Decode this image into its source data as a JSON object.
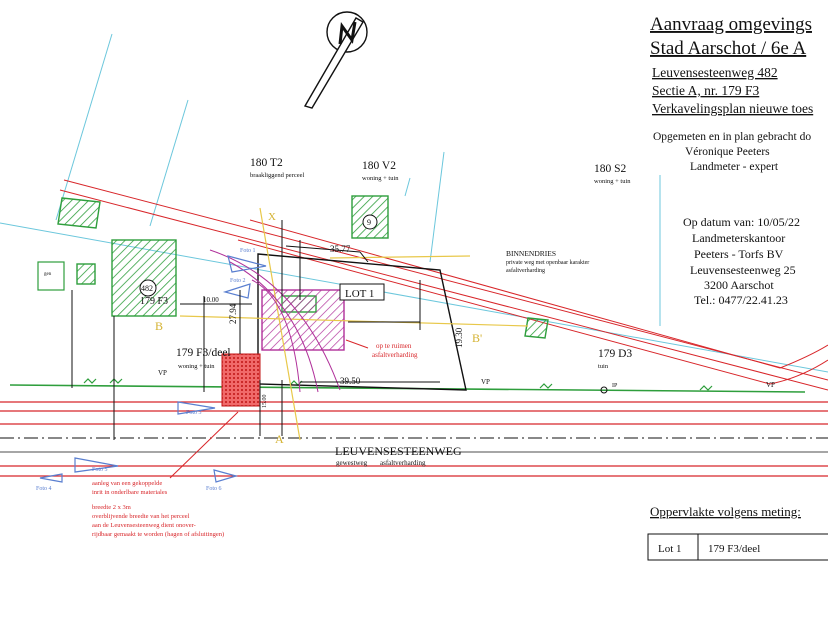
{
  "title_block": {
    "line1": "Aanvraag omgevings",
    "line2": "Stad Aarschot / 6e A",
    "address": "Leuvensesteenweg 482",
    "section": "Sectie A, nr. 179 F3",
    "plan_type": "Verkavelingsplan nieuwe toes",
    "measured_by": "Opgemeten en in plan gebracht do",
    "surveyor_name": "Véronique Peeters",
    "surveyor_role": "Landmeter - expert"
  },
  "office_block": {
    "date": "Op datum van: 10/05/22",
    "office": "Landmeterskantoor",
    "firm": "Peeters - Torfs BV",
    "street": "Leuvensesteenweg 25",
    "city": "3200 Aarschot",
    "phone": "Tel.: 0477/22.41.23"
  },
  "parcels": {
    "p180t2": {
      "id": "180 T2",
      "desc": "braakliggend perceel"
    },
    "p180v2": {
      "id": "180 V2",
      "desc": "woning + tuin"
    },
    "p180s2": {
      "id": "180 S2",
      "desc": "woning + tuin"
    },
    "p179f3": {
      "id": "179 F3"
    },
    "p179f3deel": {
      "id": "179 F3/deel",
      "desc": "woning + tuin"
    },
    "p179d3": {
      "id": "179 D3",
      "desc": "tuin"
    }
  },
  "lot_label": "LOT 1",
  "house_numbers": {
    "h482": "482",
    "h9": "9"
  },
  "road": {
    "name": "LEUVENSESTEENWEG",
    "type": "gewestweg",
    "surface": "asfaltverharding"
  },
  "binnendries": {
    "name": "BINNENDRIES",
    "line1": "private weg met openbaar karakter",
    "line2": "asfaltverharding"
  },
  "dimensions": {
    "d1": "35.77",
    "d2": "39.50",
    "d3": "27.94",
    "d4": "10.00",
    "d5": "19.30",
    "d6": "15.00"
  },
  "markers": {
    "a": "A",
    "b": "B",
    "b_prime": "B'",
    "x": "X",
    "vp": "VP",
    "ip": "IP",
    "gen": "gen"
  },
  "photo_labels": {
    "f1": "Foto 1",
    "f2": "Foto 2",
    "f3": "Foto 3",
    "f4": "Foto 4",
    "f5": "Foto 5",
    "f6": "Foto 6"
  },
  "notes": {
    "remove_1": "op te ruimen",
    "remove_2": "asfaltverharding",
    "driveway": [
      "aanleg van een gekoppelde",
      "inrit in onderlbare materiales",
      "breedte 2 x 3m",
      "overblijvende breedte van het perceel",
      "aan de Leuvensesteenweg dient onover-",
      "rijdbaar gemaakt te worden (hagen of afsluitingen)"
    ]
  },
  "area_table": {
    "title": "Oppervlakte volgens meting:",
    "rows": [
      {
        "lot": "Lot 1",
        "parcel": "179 F3/deel"
      }
    ]
  },
  "colors": {
    "red": "#d8262a",
    "green": "#2e9e3c",
    "magenta": "#b0309a",
    "cyan": "#6cc7dc",
    "blue": "#5a7fd0",
    "yellow": "#e8c84a"
  }
}
